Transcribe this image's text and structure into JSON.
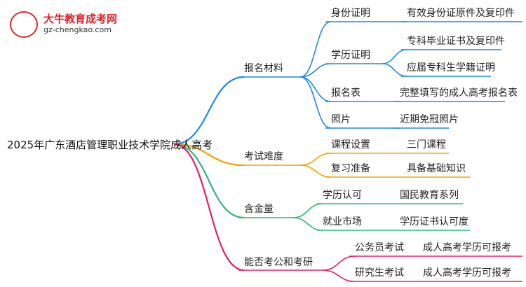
{
  "logo": {
    "title": "大牛教育成考网",
    "url": "gz-chengkao.com"
  },
  "root": "2025年广东酒店管理职业技术学院成人高考",
  "branches": {
    "materials": {
      "label": "报名材料",
      "color": "#1e88e5",
      "items": [
        {
          "label": "身份证明",
          "details": [
            "有效身份证原件及复印件"
          ]
        },
        {
          "label": "学历证明",
          "details": [
            "专科毕业证书及复印件",
            "应届专科生学籍证明"
          ]
        },
        {
          "label": "报名表",
          "details": [
            "完整填写的成人高考报名表"
          ]
        },
        {
          "label": "照片",
          "details": [
            "近期免冠照片"
          ]
        }
      ]
    },
    "difficulty": {
      "label": "考试难度",
      "color": "#f0a500",
      "items": [
        {
          "label": "课程设置",
          "details": [
            "三门课程"
          ]
        },
        {
          "label": "复习准备",
          "details": [
            "具备基础知识"
          ]
        }
      ]
    },
    "value": {
      "label": "含金量",
      "color": "#2eb872",
      "items": [
        {
          "label": "学历认可",
          "details": [
            "国民教育系列"
          ]
        },
        {
          "label": "就业市场",
          "details": [
            "学历证书认可度"
          ]
        }
      ]
    },
    "exams": {
      "label": "能否考公和考研",
      "color": "#e91e63",
      "items": [
        {
          "label": "公务员考试",
          "details": [
            "成人高考学历可报考"
          ]
        },
        {
          "label": "研究生考试",
          "details": [
            "成人高考学历可报考"
          ]
        }
      ]
    }
  }
}
